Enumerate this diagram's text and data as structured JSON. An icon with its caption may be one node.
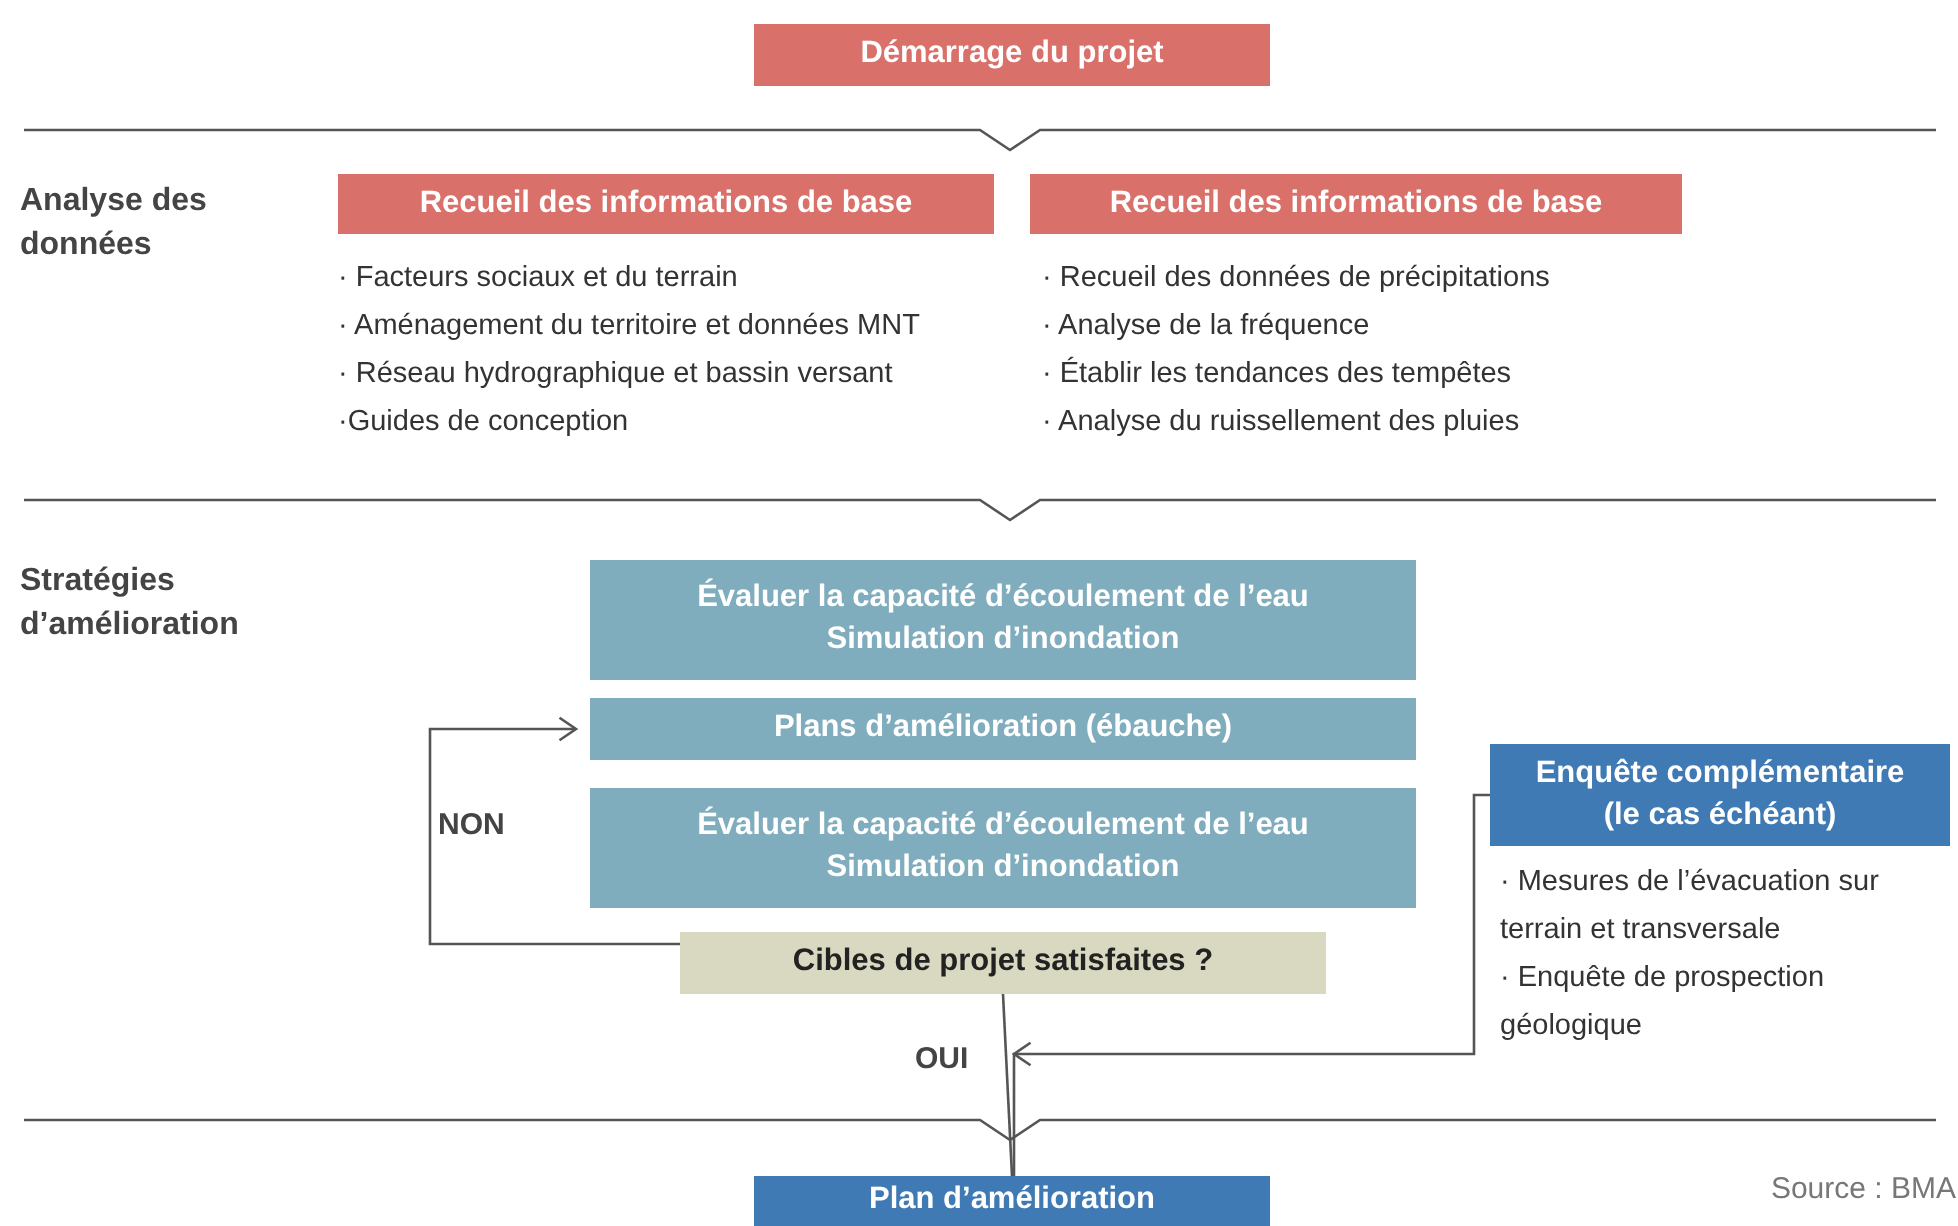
{
  "diagram": {
    "nodes": [
      {
        "text": [
          "Démarrage du projet"
        ]
      },
      {
        "text": [
          "Recueil des informations de base"
        ],
        "beside": [
          "· Facteurs sociaux et du terrain",
          "· Aménagement du territoire et données MNT",
          "· Réseau hydrographique et bassin versant",
          "·Guides de conception"
        ]
      },
      {
        "text": [
          "Recueil des informations de base"
        ],
        "beside": [
          "· Recueil des données de précipitations",
          "· Analyse de la fréquence",
          "· Établir les tendances des tempêtes",
          "· Analyse du ruissellement des pluies"
        ]
      },
      {
        "text": [
          "Évaluer la capacité d’écoulement de l’eau",
          "Simulation d’inondation"
        ]
      },
      {
        "text": [
          "Plans d’amélioration (ébauche)"
        ]
      },
      {
        "text": [
          "Évaluer la capacité d’écoulement de l’eau",
          "Simulation d’inondation"
        ]
      },
      {
        "text": [
          "Cibles de projet satisfaites ?"
        ]
      },
      {
        "text": [
          "Enquête complémentaire (le cas échéant)"
        ],
        "beside": [
          "· Mesures de l’évacuation sur terrain et transversale",
          "· Enquête de prospection géologique"
        ]
      },
      {
        "text": [
          "Plan d’amélioration"
        ]
      }
    ],
    "edges": [
      {
        "from": 6,
        "to": 4,
        "arrow": "to",
        "label": "NON"
      },
      {
        "from": 6,
        "to": 8,
        "arrow": "none",
        "label": "OUI"
      },
      {
        "from": 7,
        "to": 8,
        "arrow": "to"
      }
    ],
    "labels": [
      "Analyse des données",
      "Stratégies d’amélioration",
      "Source : BMA"
    ]
  }
}
